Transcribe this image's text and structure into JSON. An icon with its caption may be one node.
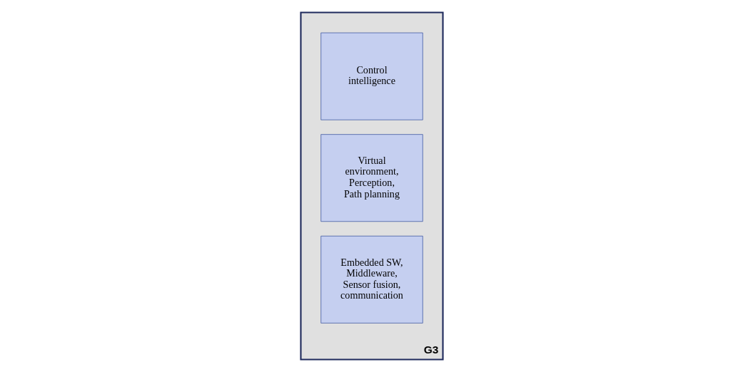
{
  "diagram": {
    "nodes": [
      {
        "text": [
          "G3"
        ]
      },
      {
        "text": [
          "Embedded SW, Middleware, Sensor fusion, communication"
        ],
        "in": 0
      },
      {
        "text": [
          "Virtual environment, Perception, Path planning"
        ],
        "in": 0
      },
      {
        "text": [
          "Control intelligence"
        ],
        "in": 0
      }
    ]
  }
}
